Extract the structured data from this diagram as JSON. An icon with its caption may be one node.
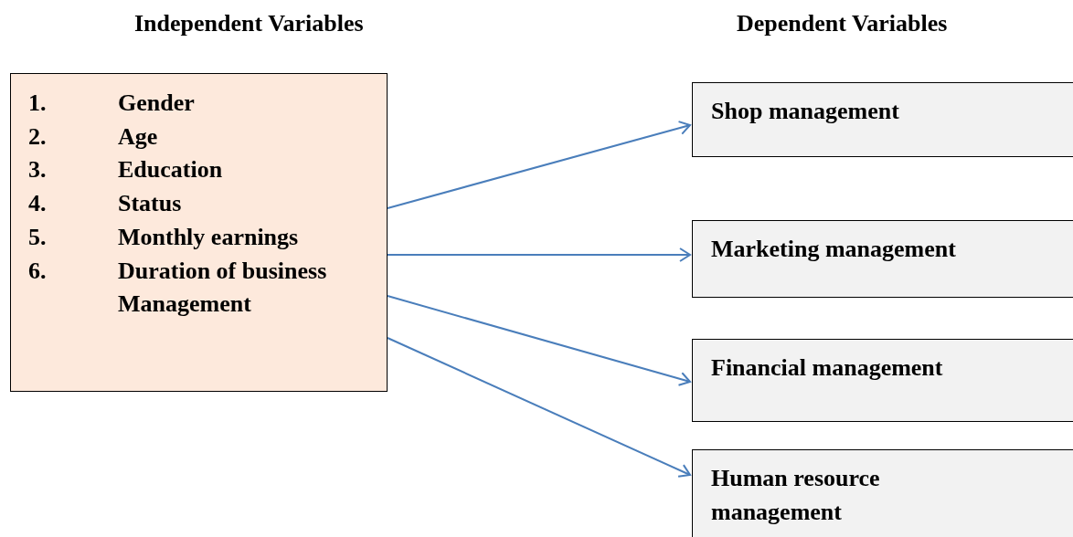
{
  "diagram": {
    "nodes": [
      {
        "text": [
          "1.",
          "Gender",
          "2.",
          "Age",
          "3.",
          "Education",
          "4.",
          "Status",
          "5.",
          "Monthly earnings",
          "6.",
          "Duration of business Management"
        ]
      },
      {
        "text": [
          "Shop management"
        ]
      },
      {
        "text": [
          "Marketing management"
        ]
      },
      {
        "text": [
          "Financial management"
        ]
      },
      {
        "text": [
          "Human resource management"
        ]
      }
    ],
    "edges": [
      {
        "from": 0,
        "to": 1,
        "arrow": "to"
      },
      {
        "from": 0,
        "to": 2,
        "arrow": "to"
      },
      {
        "from": 0,
        "to": 3,
        "arrow": "to"
      },
      {
        "from": 0,
        "to": 4,
        "arrow": "to"
      }
    ],
    "labels": [
      "Independent Variables",
      "Dependent Variables"
    ]
  }
}
